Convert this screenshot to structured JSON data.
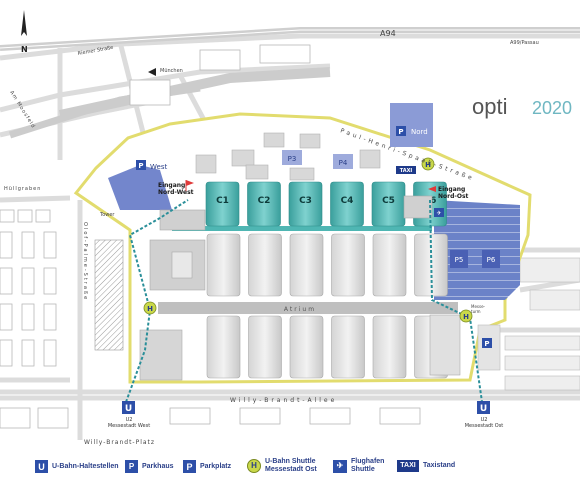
{
  "logo": {
    "brand": "opti",
    "year": "2020"
  },
  "compass": {
    "label": "N"
  },
  "roads": {
    "a94": "A94",
    "a99": "A99/Passau",
    "riemer": "Riemer Straße",
    "muenchen": "München",
    "paul_henri": "Paul-Henri-Spaak-Straße",
    "willy_allee": "Willy-Brandt-Allee",
    "willy_platz": "Willy-Brandt-Platz",
    "olof": "Olof-Palme-Straße",
    "hoellgraben": "Hüllgraben",
    "am_moosfeld": "Am Moosfeld",
    "atrium": "Atrium"
  },
  "halls": [
    "C1",
    "C2",
    "C3",
    "C4",
    "C5",
    "C6"
  ],
  "entrances": {
    "west": [
      "Eingang",
      "Nord-West"
    ],
    "east": [
      "Eingang",
      "Nord-Ost"
    ]
  },
  "parking": {
    "west": "West",
    "nord": "Nord",
    "p3": "P3",
    "p4": "P4",
    "p5": "P5",
    "p6": "P6"
  },
  "places": {
    "tower": "Tower",
    "messeturm": [
      "Messe-",
      "turm"
    ],
    "taxi_sign": "TAXI"
  },
  "stations": {
    "west": {
      "letter": "U",
      "lines": "U2",
      "name": "Messestadt West"
    },
    "east": {
      "letter": "U",
      "lines": "U2",
      "name": "Messestadt Ost"
    }
  },
  "legend": {
    "ubahn": "U-Bahn-Haltestellen",
    "parkhaus": "Parkhaus",
    "parkplatz": "Parkplatz",
    "shuttle": [
      "U-Bahn Shuttle",
      "Messestadt Ost"
    ],
    "flughafen": [
      "Flughafen",
      "Shuttle"
    ],
    "taxi": "Taxistand",
    "taxi_badge": "TAXI"
  },
  "colors": {
    "hall_teal": "#4fb6b3",
    "parking_blue": "#5b73c2",
    "route_yellow": "#e8e27a",
    "shuttle_teal": "#2a8f99",
    "entrance_red": "#e03a3a",
    "logo_gray": "#8a8a8a"
  }
}
